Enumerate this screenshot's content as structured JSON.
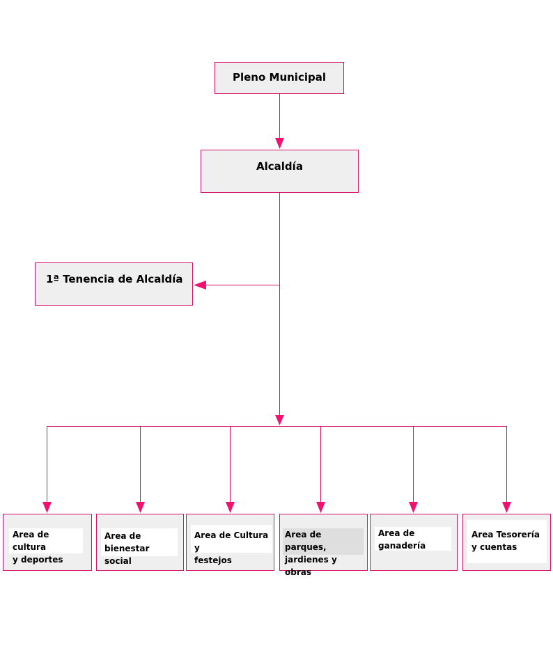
{
  "nodes": {
    "pleno": "Pleno Municipal",
    "alcaldia": "Alcaldía",
    "tenencia": "1ª Tenencia de Alcaldía"
  },
  "areas": [
    {
      "line1": "Area de cultura",
      "line2": "y deportes"
    },
    {
      "line1": "Area de",
      "line2": "bienestar social"
    },
    {
      "line1": "Area de Cultura y",
      "line2": "festejos"
    },
    {
      "line1": "Area de parques,",
      "line2": "jardienes y obras"
    },
    {
      "line1": "Area de",
      "line2": "ganadería"
    },
    {
      "line1": "Area Tesorería",
      "line2": "y cuentas"
    }
  ],
  "colors": {
    "connector": "#d4136e",
    "arrow": "#f2116f",
    "box_fill": "#efefef"
  }
}
